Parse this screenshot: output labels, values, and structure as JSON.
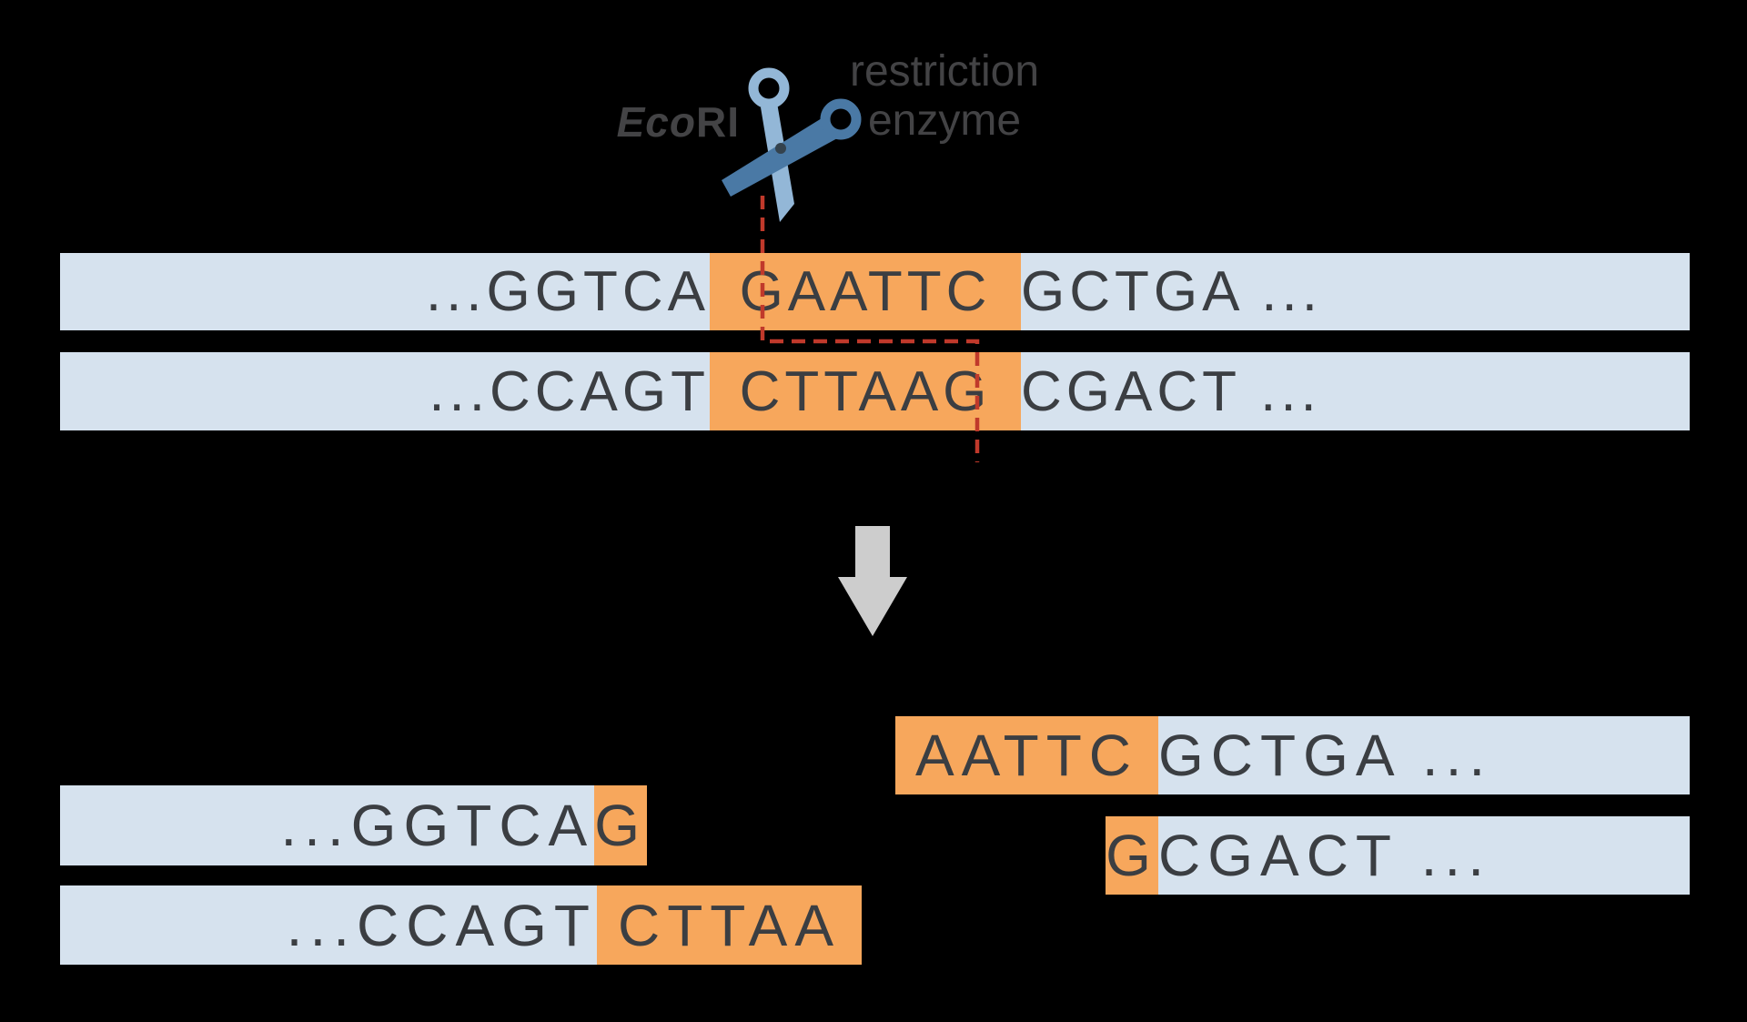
{
  "header": {
    "enzyme_name_italic": "Eco",
    "enzyme_name_rest": "RI",
    "enzyme_label_line1": "restriction",
    "enzyme_label_line2": "enzyme"
  },
  "icons": {
    "scissors": "scissors-icon",
    "cut_path": "dashed-cut-line",
    "arrow": "down-arrow-icon"
  },
  "colors": {
    "strand_blue": "#d6e2ee",
    "site_orange": "#f7a75c",
    "cut_red": "#c0392b",
    "arrow_gray": "#cdcdcd",
    "letter_dark": "#3b3e42",
    "label_gray": "#434345",
    "scissors_light": "#93b7d7",
    "scissors_dark": "#4a79a5",
    "pivot_dark": "#34424d"
  },
  "top_duplex": {
    "strand_5to3": {
      "left": "...GGTCA",
      "site": "GAATTC",
      "right": "GCTGA ..."
    },
    "strand_3to5": {
      "left": "...CCAGT",
      "site": "CTTAAG",
      "right": "CGACT ..."
    }
  },
  "fragments": {
    "left": {
      "top": {
        "left": "...GGTCA",
        "site": "G"
      },
      "bottom": {
        "left": "...CCAGT",
        "site": "CTTAA"
      }
    },
    "right": {
      "top": {
        "site": "AATTC",
        "right": "GCTGA ..."
      },
      "bottom": {
        "site": "G",
        "right": "CGACT ..."
      }
    }
  }
}
